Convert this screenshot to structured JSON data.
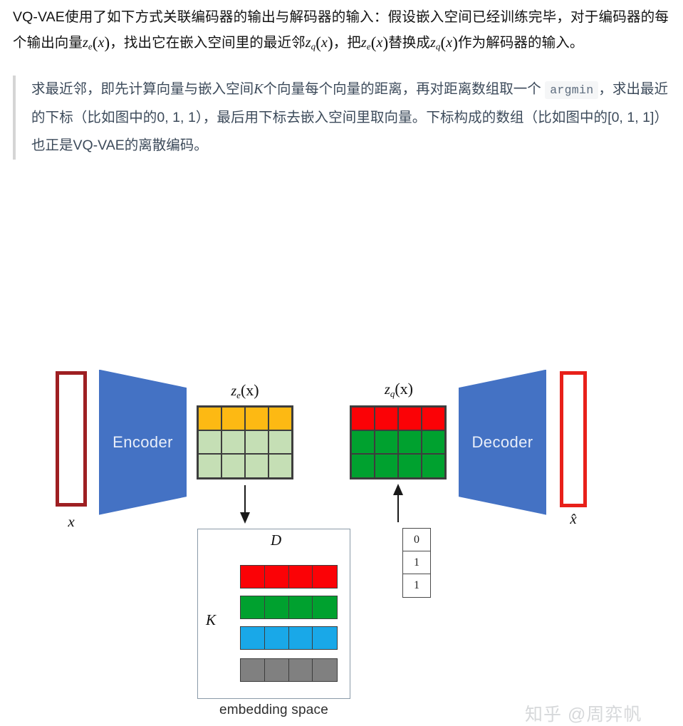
{
  "article": {
    "paragraph_1": {
      "segments": [
        {
          "t": "text",
          "v": "VQ-VAE使用了如下方式关联编码器的输出与解码器的输入：假设嵌入空间已经训练完毕，对于编码器的每个输出向量"
        },
        {
          "t": "math",
          "v": "z_e(x)"
        },
        {
          "t": "text",
          "v": "，找出它在嵌入空间里的最近邻"
        },
        {
          "t": "math",
          "v": "z_q(x)"
        },
        {
          "t": "text",
          "v": "，把"
        },
        {
          "t": "math",
          "v": "z_e(x)"
        },
        {
          "t": "text",
          "v": "替换成"
        },
        {
          "t": "math",
          "v": "z_q(x)"
        },
        {
          "t": "text",
          "v": "作为解码器的输入。"
        }
      ],
      "full_text": "VQ-VAE使用了如下方式关联编码器的输出与解码器的输入：假设嵌入空间已经训练完毕，对于编码器的每个输出向量z_e(x)，找出它在嵌入空间里的最近邻z_q(x)，把z_e(x)替换成z_q(x)作为解码器的输入。"
    }
  },
  "blockquote": {
    "text_before_code": "求最近邻，即先计算向量与嵌入空间",
    "math_k": "K",
    "text_mid": "个向量每个向量的距离，再对距离数组取一个",
    "code": "argmin",
    "text_after_code": "，求出最近的下标（比如图中的0, 1, 1），最后用下标去嵌入空间里取向量。下标构成的数组（比如图中的[0, 1, 1]）也正是VQ-VAE的离散编码。"
  },
  "figure": {
    "input_label": "x",
    "output_label": "x̂",
    "encoder_label": "Encoder",
    "decoder_label": "Decoder",
    "ze_label": {
      "base": "z",
      "sub": "e",
      "arg": "(x)"
    },
    "zq_label": {
      "base": "z",
      "sub": "q",
      "arg": "(x)"
    },
    "embedding_caption": "embedding space",
    "dim_label_d": "D",
    "dim_label_k": "K",
    "ze_grid": {
      "rows": 3,
      "cols": 4,
      "row_colors": [
        "#fdb913",
        "#c5dfb5",
        "#c5dfb5"
      ]
    },
    "zq_grid": {
      "rows": 3,
      "cols": 4,
      "row_colors": [
        "#fb0206",
        "#00a12f",
        "#00a12f"
      ]
    },
    "codebook": {
      "rows": 4,
      "cols": 4,
      "row_colors": [
        "#fb0206",
        "#00a12f",
        "#19a8e8",
        "#808080"
      ]
    },
    "index_cells": [
      "0",
      "1",
      "1"
    ]
  },
  "colors": {
    "encoder_blue": "#4472c4",
    "input_border": "#9e1f22",
    "output_border": "#e8201a",
    "quote_text": "#3c4a5a",
    "quote_bar": "#d5d5d5",
    "code_bg": "#f5f6f7"
  },
  "watermark": {
    "text": "知乎 @周弈帆"
  }
}
